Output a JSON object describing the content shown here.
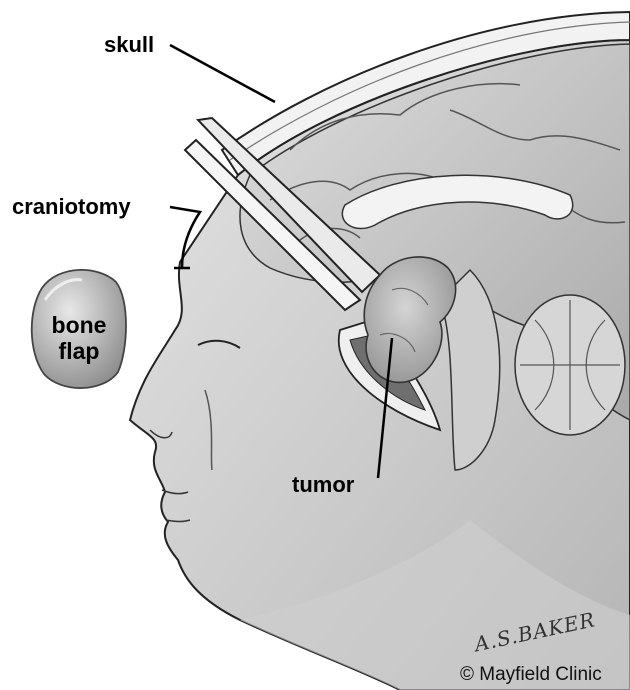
{
  "labels": {
    "skull": "skull",
    "craniotomy": "craniotomy",
    "bone_flap_line1": "bone",
    "bone_flap_line2": "flap",
    "tumor": "tumor"
  },
  "credit": "© Mayfield Clinic",
  "artist_signature": "A.S.BAKER"
}
